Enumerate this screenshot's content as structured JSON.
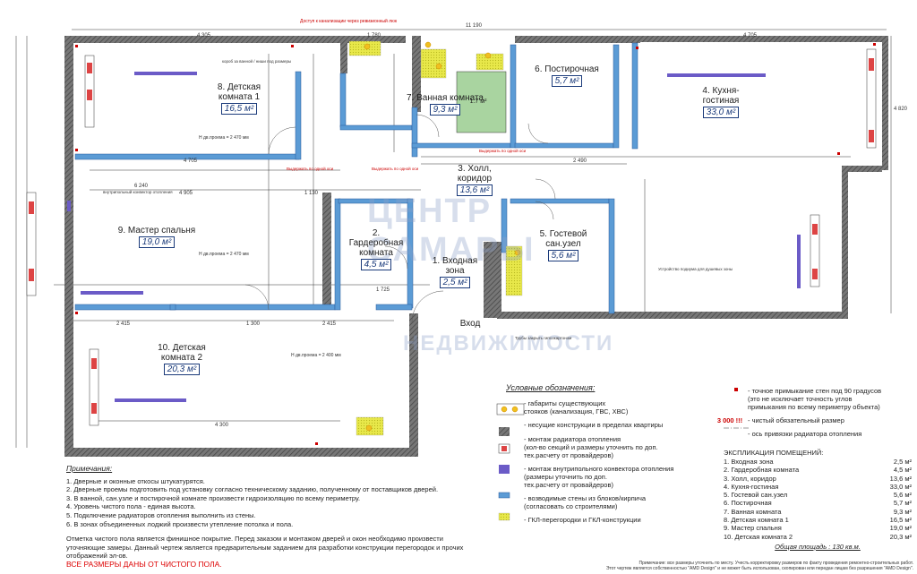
{
  "rooms": [
    {
      "name": "8. Детская\nкомната 1",
      "area": "16,5 м²"
    },
    {
      "name": "7. Ванная комната",
      "area": "9,3 м²"
    },
    {
      "name": "6. Постирочная",
      "area": "5,7 м²"
    },
    {
      "name": "4. Кухня-\nгостиная",
      "area": "33,0 м²"
    },
    {
      "name": "3. Холл,\nкоридор",
      "area": "13,6 м²"
    },
    {
      "name": "9. Мастер спальня",
      "area": "19,0 м²"
    },
    {
      "name": "2. Гардеробная\nкомната",
      "area": "4,5 м²"
    },
    {
      "name": "5. Гостевой\nсан.узел",
      "area": "5,6 м²"
    },
    {
      "name": "1. Входная\nзона",
      "area": "2,5 м²"
    },
    {
      "name": "10. Детская\nкомната 2",
      "area": "20,3 м²"
    }
  ],
  "entrance_label": "Вход",
  "bath_label": "1.7 м²",
  "dims": {
    "top_total": "11 190",
    "top_a": "4 305",
    "top_b": "1 780",
    "top_c": "4 705",
    "left_a": "6 240",
    "left_b": "4 905",
    "mid_a": "4 705",
    "mid_b": "1 130",
    "mid_c": "1 725",
    "mid_d": "2 490",
    "low_a": "2 415",
    "low_b": "1 300",
    "low_c": "2 415",
    "bot_a": "4 300",
    "right_a": "4 820",
    "h1": "H дв.проема = 2 470 мм",
    "h2": "H дв.проема = 2 400 мм",
    "h3": "H дв.проема = 2 470 мм"
  },
  "legend": {
    "title": "Условные обозначения:",
    "items": [
      "- габариты существующих\n  стояков (канализация, ГВС, ХВС)",
      "- несущие конструкции в пределах квартиры",
      "- монтаж радиатора отопления\n  (кол-во секций и размеры уточнить по доп.\n  тех.расчету от провайдеров)",
      "- монтаж внутрипольного конвектора отопления\n  (размеры уточнить по доп.\n  тех.расчету от провайдеров)",
      "- возводимые стены из блоков/кирпича\n  (согласовать со строителями)",
      "- ГКЛ-перегородки  и ГКЛ-конструкции"
    ]
  },
  "legend2": [
    {
      "symbol": "",
      "text": "- точное примыкание стен под 90 градусов\n(это не исключает точность углов\nпримыкания по всему периметру объекта)"
    },
    {
      "symbol": "3 000 !!!",
      "text": "- чистый обязательный размер"
    },
    {
      "symbol": "",
      "text": "- ось привязки радиатора отопления"
    }
  ],
  "explication": {
    "title": "ЭКСПЛИКАЦИЯ ПОМЕЩЕНИЙ:",
    "rows": [
      {
        "name": "1. Входная зона",
        "area": "2,5 м²"
      },
      {
        "name": "2. Гардеробная комната",
        "area": "4,5 м²"
      },
      {
        "name": "3. Холл, коридор",
        "area": "13,6 м²"
      },
      {
        "name": "4. Кухня-гостиная",
        "area": "33,0 м²"
      },
      {
        "name": "5. Гостевой сан.узел",
        "area": "5,6 м²"
      },
      {
        "name": "6. Постирочная",
        "area": "5,7 м²"
      },
      {
        "name": "7. Ванная комната",
        "area": "9,3 м²"
      },
      {
        "name": "8. Детская комната 1",
        "area": "16,5 м²"
      },
      {
        "name": "9. Мастер спальня",
        "area": "19,0 м²"
      },
      {
        "name": "10. Детская комната 2",
        "area": "20,3 м²"
      }
    ],
    "total": "Общая площадь : 130 кв.м."
  },
  "notes": {
    "title": "Примечания:",
    "items": [
      "1. Дверные и оконные откосы штукатурятся.",
      "2. Дверные проемы подготовить под установку согласно техническому заданию, полученному от поставщиков дверей.",
      "3. В ванной, сан.узле и постирочной комнате произвести гидроизоляцию по всему периметру.",
      "4. Уровень чистого пола - единая высота.",
      "5. Подключение радиаторов отопления выполнить из стены.",
      "6. В зонах объединенных лоджий произвести утепление потолка и пола."
    ],
    "paragraph": "Отметка чистого пола является финишное покрытие. Перед заказом и монтажом дверей и окон необходимо произвести уточняющие замеры. Данный чертеж является предварительным заданием для разработки конструкции перегородок и прочих отображений эл-ов.",
    "red": "ВСЕ РАЗМЕРЫ ДАНЫ ОТ ЧИСТОГО ПОЛА."
  },
  "footnote": "Примечание: все размеры уточнить по месту. Учесть корректировку размеров по факту проведения ремонтно-строительных работ.\nЭтот чертеж является собственностью \"AMD Design\" и не может быть использован, скопирован или передан лицам без разрешения \"AMD Design\".",
  "watermark": [
    "ЦЕНТР",
    "САМАРЫ",
    "НЕДВИЖИМОСТИ"
  ],
  "small_notes": [
    "Доступ к канализации через ревизионный люк",
    "Выдержать по одной оси",
    "Выдержать по одной оси",
    "Выдержать по одной оси",
    "Устройство подиума для душевых зоны",
    "Трубы закрыть гипсокартоном",
    "короб за ванной / ниши под размеры",
    "внутрипольный конвектор отопления"
  ]
}
